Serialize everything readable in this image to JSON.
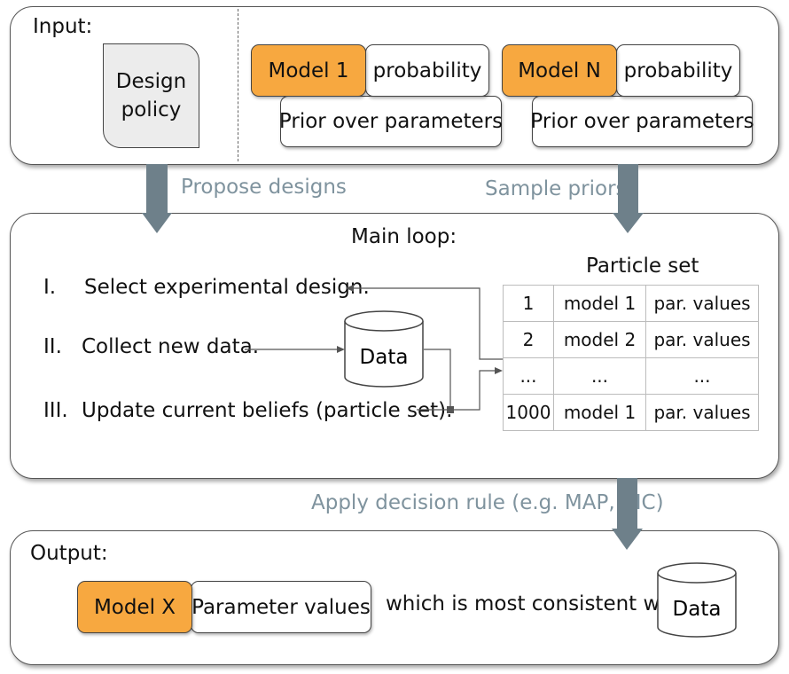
{
  "input": {
    "title": "Input:",
    "design_policy": {
      "line1": "Design",
      "line2": "policy"
    },
    "model_1": {
      "name": "Model 1",
      "probability": "probability",
      "prior": "Prior over parameters"
    },
    "model_n": {
      "name": "Model N",
      "probability": "probability",
      "prior": "Prior over parameters"
    }
  },
  "arrows": {
    "propose": "Propose designs",
    "sample": "Sample priors",
    "decision": "Apply decision rule (e.g. MAP, BIC)"
  },
  "main_loop": {
    "title": "Main loop:",
    "steps": [
      {
        "num": "I.",
        "text": "Select experimental design."
      },
      {
        "num": "II.",
        "text": "Collect new data."
      },
      {
        "num": "III.",
        "text": "Update current beliefs (particle set)."
      }
    ],
    "data_label": "Data",
    "particle_set": {
      "title": "Particle set",
      "rows": [
        [
          "1",
          "model 1",
          "par. values"
        ],
        [
          "2",
          "model 2",
          "par. values"
        ],
        [
          "...",
          "...",
          "..."
        ],
        [
          "1000",
          "model 1",
          "par. values"
        ]
      ]
    }
  },
  "output": {
    "title": "Output:",
    "model": "Model X",
    "params": "Parameter values",
    "consistent": "which is most consistent with",
    "data_label": "Data"
  },
  "colors": {
    "accent": "#f7a840",
    "arrow": "#6e808a",
    "label": "#7f939e"
  }
}
